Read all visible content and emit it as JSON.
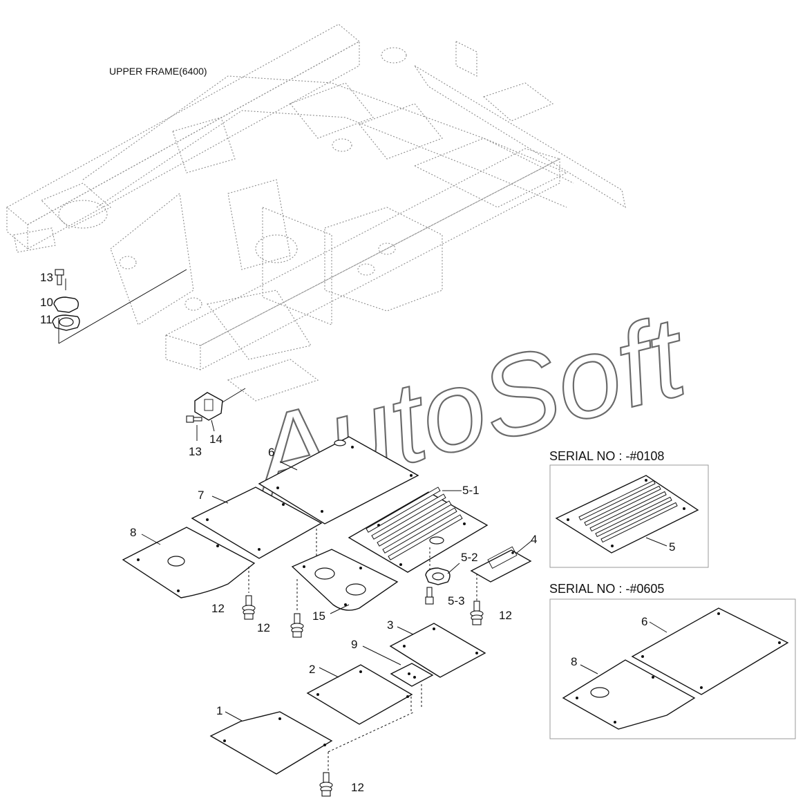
{
  "diagram": {
    "title": "UPPER FRAME(6400)",
    "watermark": "AutoSoft",
    "callouts": {
      "c1": "1",
      "c2": "2",
      "c3": "3",
      "c4": "4",
      "c5_1": "5-1",
      "c5_2": "5-2",
      "c5_3": "5-3",
      "c6": "6",
      "c7": "7",
      "c8": "8",
      "c9": "9",
      "c10": "10",
      "c11": "11",
      "c12a": "12",
      "c12b": "12",
      "c12c": "12",
      "c12d": "12",
      "c13a": "13",
      "c13b": "13",
      "c14": "14",
      "c15": "15"
    },
    "inset_a": {
      "label": "SERIAL NO : -#0108",
      "callout_5": "5"
    },
    "inset_b": {
      "label": "SERIAL NO : -#0605",
      "callout_6": "6",
      "callout_8": "8"
    }
  }
}
